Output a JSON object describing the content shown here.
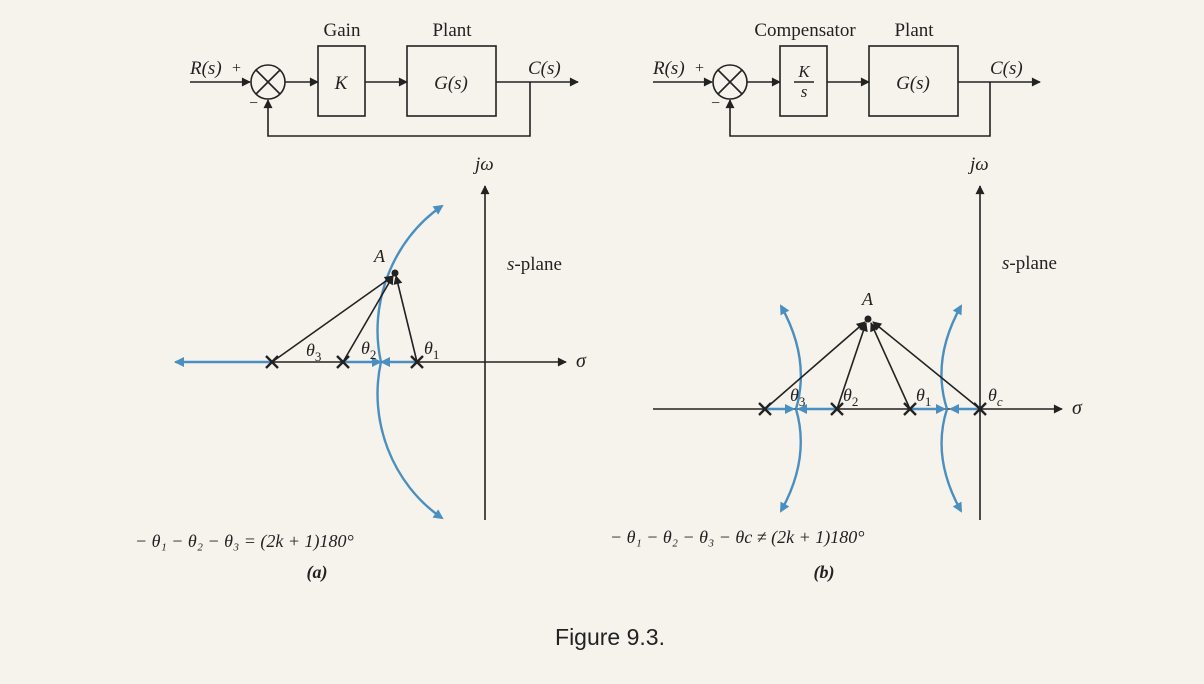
{
  "caption": "Figure 9.3.",
  "colors": {
    "background": "#f6f3ed",
    "locus": "#4a8fbf",
    "ink": "#222222"
  },
  "panel_a": {
    "block": {
      "input": "R(s)",
      "plus": "+",
      "minus": "−",
      "gain_title": "Gain",
      "gain": "K",
      "plant_title": "Plant",
      "plant": "G(s)",
      "output": "C(s)"
    },
    "plane": {
      "jw": "jω",
      "sigma": "σ",
      "splane_s": "s",
      "splane_rest": "-plane",
      "point": "A",
      "theta": "θ",
      "sub1": "1",
      "sub2": "2",
      "sub3": "3"
    },
    "equation": "− θ₁ − θ₂ − θ₃ = (2k + 1)180°",
    "label": "(a)"
  },
  "panel_b": {
    "block": {
      "input": "R(s)",
      "plus": "+",
      "minus": "−",
      "comp_title": "Compensator",
      "comp_num": "K",
      "comp_den": "s",
      "plant_title": "Plant",
      "plant": "G(s)",
      "output": "C(s)"
    },
    "plane": {
      "jw": "jω",
      "sigma": "σ",
      "splane_s": "s",
      "splane_rest": "-plane",
      "point": "A",
      "theta": "θ",
      "sub1": "1",
      "sub2": "2",
      "sub3": "3",
      "subc": "c"
    },
    "equation": "− θ₁ − θ₂ − θ₃ − θc ≠ (2k + 1)180°",
    "label": "(b)"
  }
}
